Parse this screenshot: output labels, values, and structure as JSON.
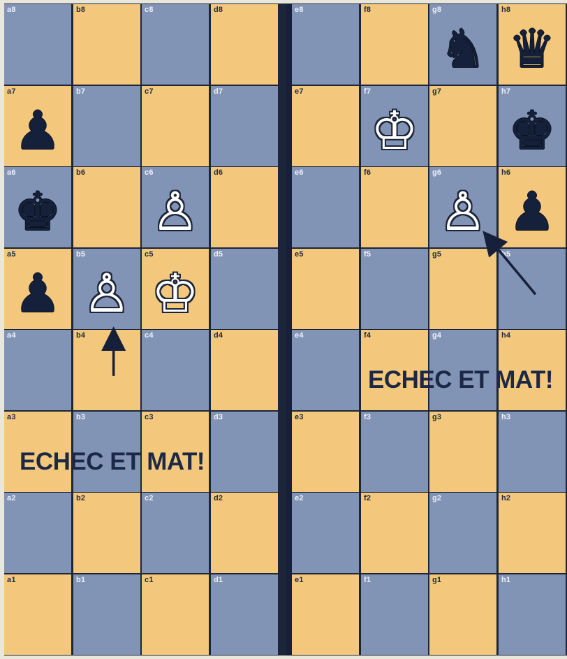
{
  "boards": [
    {
      "id": "left",
      "files": [
        "a",
        "b",
        "c",
        "d"
      ],
      "caption": "ECHEC ET MAT!",
      "pieces": [
        {
          "square": "a7",
          "color": "black",
          "type": "pawn",
          "glyph": "♟"
        },
        {
          "square": "a6",
          "color": "black",
          "type": "king",
          "glyph": "♚"
        },
        {
          "square": "c6",
          "color": "white",
          "type": "pawn",
          "glyph": "♙"
        },
        {
          "square": "a5",
          "color": "black",
          "type": "pawn",
          "glyph": "♟"
        },
        {
          "square": "b5",
          "color": "white",
          "type": "pawn",
          "glyph": "♙"
        },
        {
          "square": "c5",
          "color": "white",
          "type": "king",
          "glyph": "♔"
        }
      ],
      "arrow": {
        "from": "b4",
        "to": "b5",
        "direction": "up"
      }
    },
    {
      "id": "right",
      "files": [
        "e",
        "f",
        "g",
        "h"
      ],
      "caption": "ECHEC ET MAT!",
      "pieces": [
        {
          "square": "g8",
          "color": "black",
          "type": "knight",
          "glyph": "♞"
        },
        {
          "square": "h8",
          "color": "black",
          "type": "queen",
          "glyph": "♛"
        },
        {
          "square": "f7",
          "color": "white",
          "type": "king",
          "glyph": "♔"
        },
        {
          "square": "h7",
          "color": "black",
          "type": "king",
          "glyph": "♚"
        },
        {
          "square": "g6",
          "color": "white",
          "type": "pawn",
          "glyph": "♙"
        },
        {
          "square": "h6",
          "color": "black",
          "type": "pawn",
          "glyph": "♟"
        }
      ],
      "arrow": {
        "from": "h5",
        "to": "g6",
        "direction": "up-left"
      }
    }
  ],
  "ranks": [
    "8",
    "7",
    "6",
    "5",
    "4",
    "3",
    "2",
    "1"
  ],
  "colors": {
    "light_square": "#f4c87c",
    "dark_square": "#8294b6",
    "ink": "#1c2946"
  }
}
